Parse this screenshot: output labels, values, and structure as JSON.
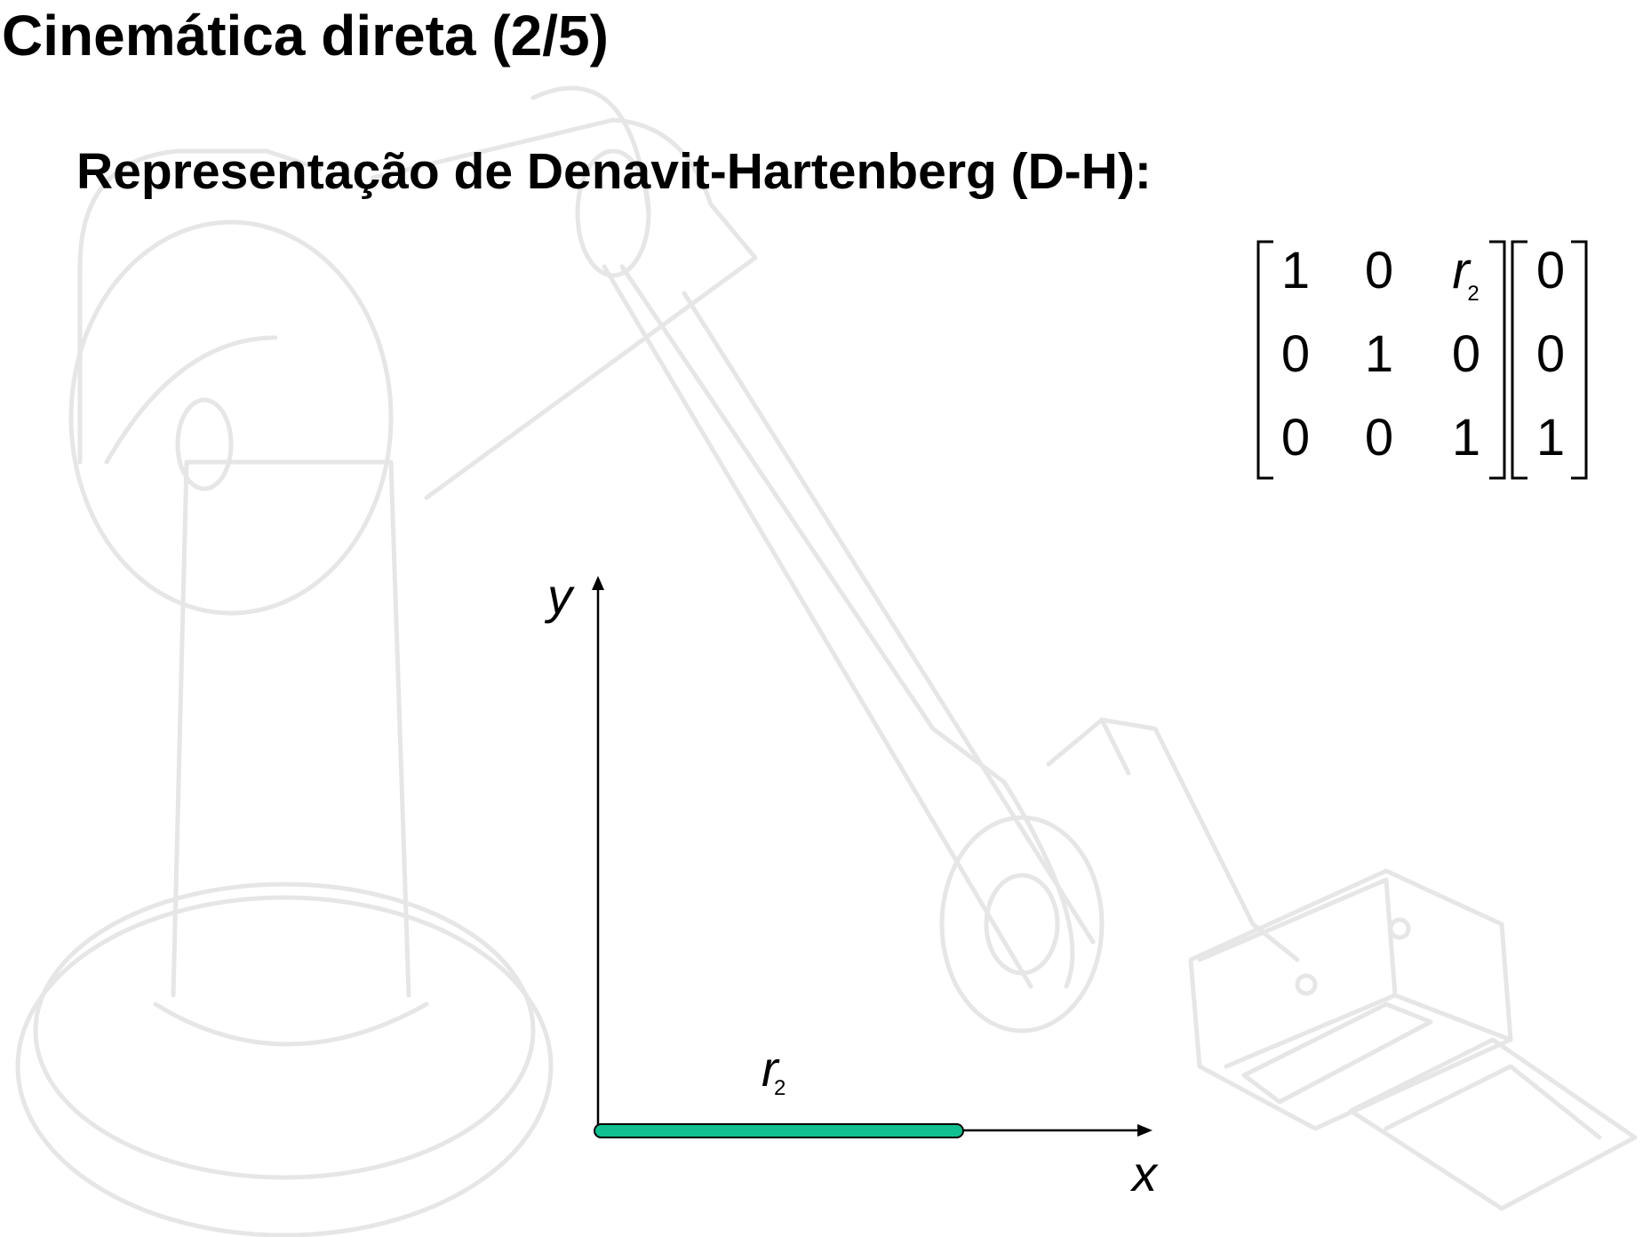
{
  "slide": {
    "title": "Cinemática direta (2/5)",
    "subtitle": "Representação de Denavit-Hartenberg (D-H):"
  },
  "matrix": {
    "rows": [
      [
        "1",
        "0",
        "r"
      ],
      [
        "0",
        "1",
        "0"
      ],
      [
        "0",
        "0",
        "1"
      ]
    ],
    "r_subscript": "2",
    "vector": [
      "0",
      "0",
      "1"
    ]
  },
  "diagram": {
    "y_label": "y",
    "x_label": "x",
    "link_label": "r",
    "link_subscript": "2",
    "link_color": "#10c090"
  },
  "background": {
    "art_color": "#e9e9e9",
    "description_icon": "robot-arm-watermark-icon"
  }
}
